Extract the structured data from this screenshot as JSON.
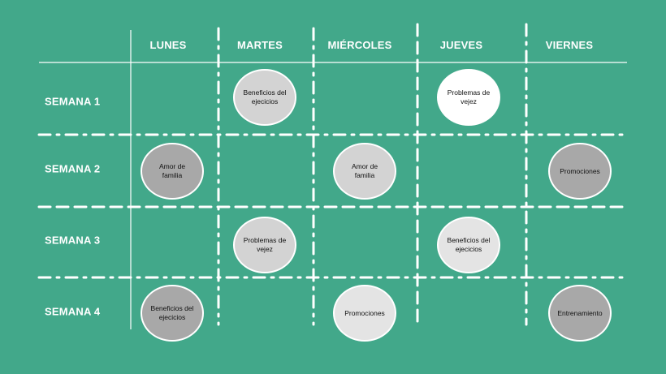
{
  "days": [
    "LUNES",
    "MARTES",
    "MIÉRCOLES",
    "JUEVES",
    "VIERNES"
  ],
  "weeks": [
    "SEMANA 1",
    "SEMANA 2",
    "SEMANA 3",
    "SEMANA 4"
  ],
  "colors": {
    "background": "#42a88a",
    "line": "#ffffff",
    "fill_white": "#ffffff",
    "fill_light": "#e4e4e4",
    "fill_mid": "#d3d3d3",
    "fill_dark": "#a8a8a8"
  },
  "topics": [
    {
      "week": 0,
      "day": 1,
      "label": "Beneficios del ejecicios",
      "shade": "fill_mid"
    },
    {
      "week": 0,
      "day": 3,
      "label": "Problemas de vejez",
      "shade": "fill_white"
    },
    {
      "week": 1,
      "day": 0,
      "label": "Amor de familia",
      "shade": "fill_dark"
    },
    {
      "week": 1,
      "day": 2,
      "label": "Amor de familia",
      "shade": "fill_mid"
    },
    {
      "week": 1,
      "day": 4,
      "label": "Promociones",
      "shade": "fill_dark"
    },
    {
      "week": 2,
      "day": 1,
      "label": "Problemas de vejez",
      "shade": "fill_mid"
    },
    {
      "week": 2,
      "day": 3,
      "label": "Beneficios del ejecicios",
      "shade": "fill_light"
    },
    {
      "week": 3,
      "day": 0,
      "label": "Beneficios del ejecicios",
      "shade": "fill_dark"
    },
    {
      "week": 3,
      "day": 2,
      "label": "Promociones",
      "shade": "fill_light"
    },
    {
      "week": 3,
      "day": 4,
      "label": "Entrenamiento",
      "shade": "fill_dark"
    }
  ]
}
